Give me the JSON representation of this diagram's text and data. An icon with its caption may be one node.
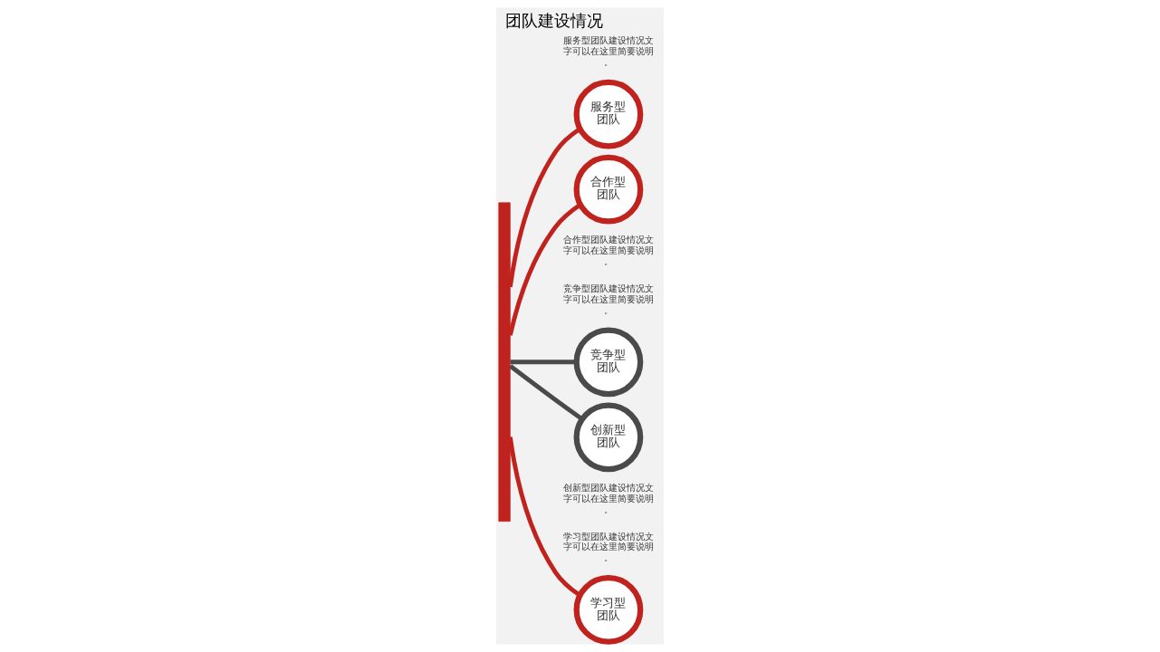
{
  "diagram": {
    "title": "团队建设情况",
    "nodes": [
      {
        "text": [],
        "shape": "bar"
      },
      {
        "text": [
          "服务型团队"
        ],
        "beside": [
          "服务型团队建设情况文字可以在这里简要说明。"
        ]
      },
      {
        "text": [
          "竞争型团队"
        ],
        "beside": [
          "竞争型团队建设情况文字可以在这里简要说明。"
        ]
      },
      {
        "text": [
          "学习型团队"
        ],
        "beside": [
          "学习型团队建设情况文字可以在这里简要说明。"
        ]
      },
      {
        "text": [
          "创新型团队"
        ],
        "beside": [
          "创新型团队建设情况文字可以在这里简要说明。"
        ]
      },
      {
        "text": [
          "合作型团队"
        ],
        "beside": [
          "合作型团队建设情况文字可以在这里简要说明。"
        ]
      }
    ],
    "edges": [
      {
        "from": 0,
        "to": 1,
        "arrow": "none"
      },
      {
        "from": 0,
        "to": 2,
        "arrow": "none",
        "color": "#4a4a4a"
      },
      {
        "from": 0,
        "to": 3,
        "arrow": "none"
      },
      {
        "from": 0,
        "to": 4,
        "arrow": "none",
        "color": "#4a4a4a"
      },
      {
        "from": 0,
        "to": 5,
        "arrow": "none"
      }
    ]
  }
}
